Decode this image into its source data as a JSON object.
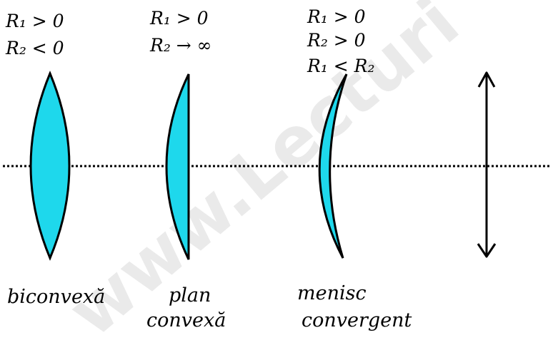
{
  "watermark": "www.Lecturi",
  "colors": {
    "lens_fill": "#1ed8ec",
    "stroke": "#000000"
  },
  "lenses": [
    {
      "conditions": [
        "R₁ > 0",
        "R₂ < 0"
      ],
      "name": [
        "biconvexă"
      ]
    },
    {
      "conditions": [
        "R₁ > 0",
        "R₂ → ∞"
      ],
      "name": [
        "plan",
        "convexă"
      ]
    },
    {
      "conditions": [
        "R₁ > 0",
        "R₂ > 0",
        "R₁ < R₂"
      ],
      "name": [
        "menisc",
        "convergent"
      ]
    }
  ],
  "symbol": {
    "icon": "double-arrow-icon",
    "description_visible": false
  }
}
